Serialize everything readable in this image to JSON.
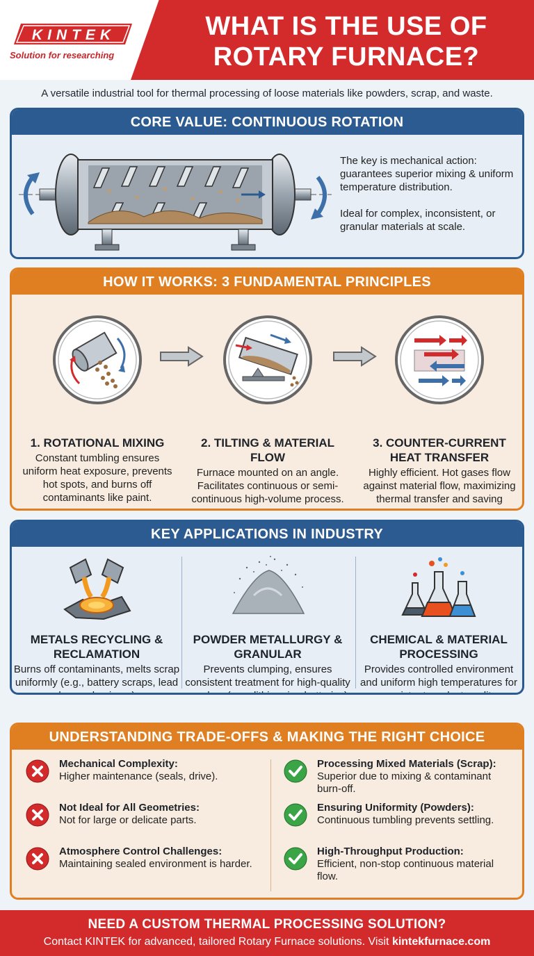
{
  "brand": {
    "logo_text": "KINTEK",
    "tagline": "Solution for researching",
    "accent_red": "#d32a2c",
    "accent_blue": "#2b5b90",
    "accent_orange": "#e07f22"
  },
  "title": "WHAT IS THE USE OF ROTARY FURNACE?",
  "intro": "A versatile industrial tool for thermal processing of loose materials like powders, scrap, and waste.",
  "core": {
    "heading": "CORE VALUE: CONTINUOUS ROTATION",
    "paragraphs": [
      "The key is mechanical action: guarantees superior mixing & uniform temperature distribution.",
      "Ideal for complex, inconsistent, or granular materials at scale."
    ]
  },
  "how": {
    "heading": "HOW IT WORKS: 3 FUNDAMENTAL PRINCIPLES",
    "steps": [
      {
        "title": "1. ROTATIONAL MIXING",
        "text": "Constant tumbling ensures uniform heat exposure, prevents hot spots, and burns off contaminants like paint."
      },
      {
        "title": "2. TILTING & MATERIAL FLOW",
        "text": "Furnace mounted on an angle. Facilitates continuous or semi-continuous high-volume process."
      },
      {
        "title": "3. COUNTER-CURRENT HEAT TRANSFER",
        "text": "Highly efficient. Hot gases flow against material flow, maximizing thermal transfer and saving energy."
      }
    ]
  },
  "apps": {
    "heading": "KEY APPLICATIONS IN INDUSTRY",
    "items": [
      {
        "title": "METALS RECYCLING & RECLAMATION",
        "text": "Burns off contaminants, melts scrap uniformly (e.g., battery scraps, lead dross, aluminum)."
      },
      {
        "title": "POWDER METALLURGY & GRANULAR",
        "text": "Prevents clumping, ensures consistent treatment for high-quality powders (e.g., lithium-ion batteries)."
      },
      {
        "title": "CHEMICAL & MATERIAL PROCESSING",
        "text": "Provides controlled environment and uniform high temperatures for consistent product quality."
      }
    ]
  },
  "trade": {
    "heading": "UNDERSTANDING TRADE-OFFS & MAKING THE RIGHT CHOICE",
    "cons": [
      {
        "title": "Mechanical Complexity:",
        "text": "Higher maintenance (seals, drive)."
      },
      {
        "title": "Not Ideal for All Geometries:",
        "text": "Not for large or delicate parts."
      },
      {
        "title": "Atmosphere Control Challenges:",
        "text": "Maintaining sealed environment is harder."
      }
    ],
    "pros": [
      {
        "title": "Processing Mixed Materials (Scrap):",
        "text": "Superior due to mixing & contaminant burn-off."
      },
      {
        "title": "Ensuring Uniformity (Powders):",
        "text": "Continuous tumbling prevents settling."
      },
      {
        "title": "High-Throughput Production:",
        "text": "Efficient, non-stop continuous material flow."
      }
    ]
  },
  "footer": {
    "heading": "NEED A CUSTOM THERMAL PROCESSING SOLUTION?",
    "text": "Contact KINTEK for advanced, tailored Rotary Furnace solutions. Visit ",
    "link": "kintekfurnace.com"
  }
}
